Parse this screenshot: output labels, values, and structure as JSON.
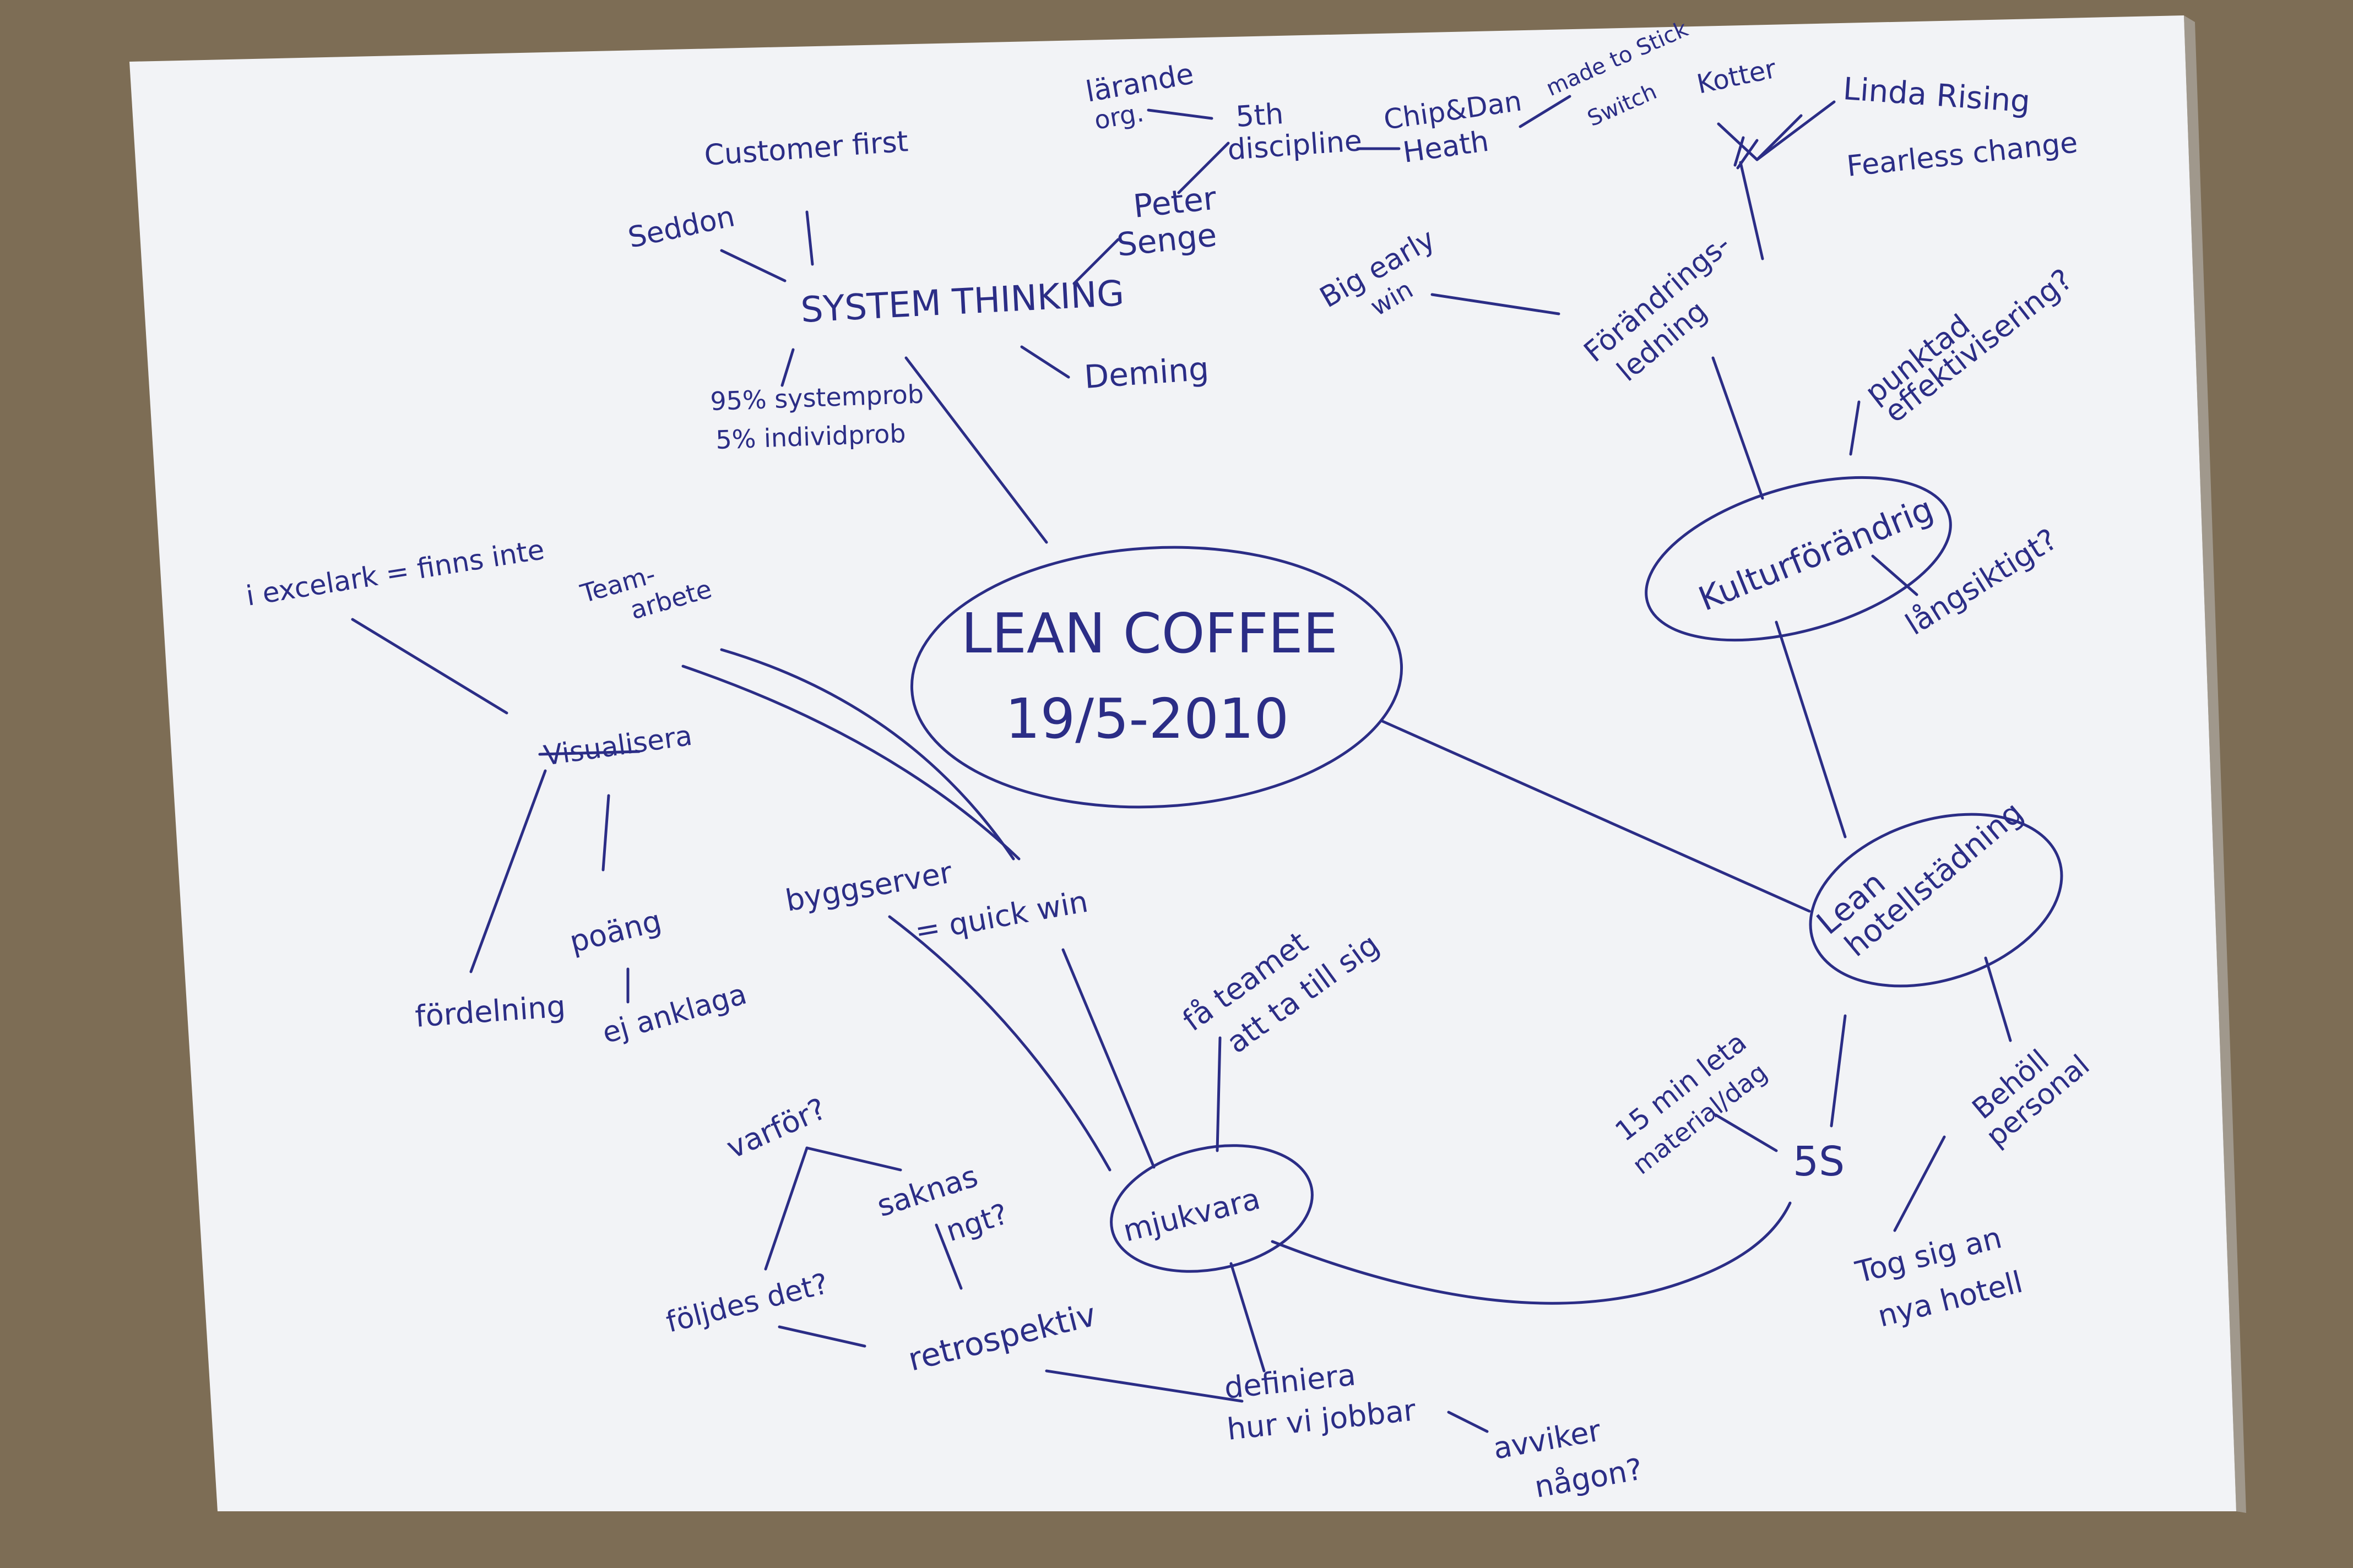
{
  "colors": {
    "ink": "#2b2d86",
    "paper": "#f2f3f6",
    "table": "#7d6d55"
  },
  "mindmap": {
    "center": {
      "line1": "LEAN COFFEE",
      "line2": "19/5-2010"
    },
    "system_thinking": {
      "label": "SYSTEM THINKING",
      "customer_first": "Customer first",
      "seddon": "Seddon",
      "deming": "Deming",
      "stat_1": "95% systemprob",
      "stat_2": "5% individprob",
      "peter_senge_1": "Peter",
      "peter_senge_2": "Senge",
      "fifth_discipline_1": "5th",
      "fifth_discipline_2": "discipline",
      "larande_org_1": "lärande",
      "larande_org_2": "org."
    },
    "kultur": {
      "label": "Kulturförändrig",
      "forandringsledning_1": "Förändrings-",
      "forandringsledning_2": "ledning",
      "big_early_win_1": "Big early",
      "big_early_win_2": "win",
      "chip_dan_1": "Chip&Dan",
      "chip_dan_2": "Heath",
      "made_to_stick": "made to Stick",
      "switch": "Switch",
      "kotter": "Kotter",
      "linda_rising": "Linda Rising",
      "fearless_change": "Fearless change",
      "punktad_1": "punktad",
      "punktad_2": "effektivisering?",
      "langsiktigt": "långsiktigt?"
    },
    "hotell": {
      "label_1": "Lean",
      "label_2": "hotellstädning",
      "five_s": "5S",
      "min_leta_1": "15 min leta",
      "min_leta_2": "material/dag",
      "behall_1": "Behöll",
      "behall_2": "personal",
      "tog_sig_1": "Tog sig an",
      "tog_sig_2": "nya hotell"
    },
    "visualisera": {
      "label": "Visualisera",
      "excelark": "i excelark = finns inte",
      "teamarbete_1": "Team-",
      "teamarbete_2": "arbete",
      "poang": "poäng",
      "fordelning": "fördelning",
      "ej_anklaga": "ej anklaga"
    },
    "mjukvara": {
      "label": "mjukvara",
      "byggserver_1": "byggserver",
      "byggserver_2": "= quick win",
      "fa_teamet_1": "få teamet",
      "fa_teamet_2": "att ta till sig",
      "retrospektiv": "retrospektiv",
      "varfor": "varför?",
      "saknas_1": "saknas",
      "saknas_2": "ngt?",
      "foljdes": "följdes det?",
      "definiera_1": "definiera",
      "definiera_2": "hur vi jobbar",
      "avviker_1": "avviker",
      "avviker_2": "någon?"
    }
  }
}
